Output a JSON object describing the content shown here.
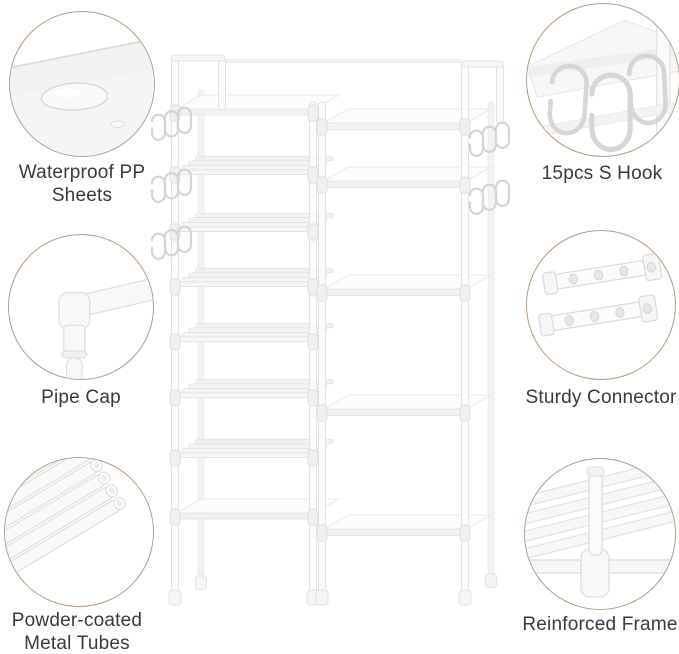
{
  "page": {
    "background": "#ffffff"
  },
  "colors": {
    "circle_border": "#b79b80",
    "label_text": "#3a3a3a",
    "rack_outline": "#dcdcdc",
    "rack_fill": "#fbfbfb"
  },
  "features": {
    "left": [
      {
        "label": "Waterproof PP Sheets",
        "icon": "waterproof-pp-sheet-icon"
      },
      {
        "label": "Pipe Cap",
        "icon": "pipe-cap-icon"
      },
      {
        "label": "Powder-coated Metal Tubes",
        "icon": "powder-coated-metal-tubes-icon"
      }
    ],
    "right": [
      {
        "label": "15pcs S Hook",
        "icon": "s-hook-icon"
      },
      {
        "label": "Sturdy Connector",
        "icon": "sturdy-connector-icon"
      },
      {
        "label": "Reinforced Frame",
        "icon": "reinforced-frame-icon"
      }
    ]
  },
  "illustration": {
    "name": "two-tower-shoe-rack",
    "left_column_shelf_count": 8,
    "right_column_shelf_count": 5
  }
}
